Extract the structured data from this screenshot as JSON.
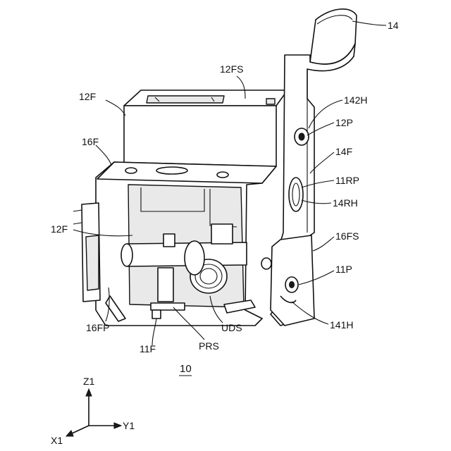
{
  "labels": {
    "l14": "14",
    "l12FS": "12FS",
    "l12F_top": "12F",
    "l142H": "142H",
    "l12P": "12P",
    "l16F": "16F",
    "l14F": "14F",
    "l11RP": "11RP",
    "l14RH": "14RH",
    "l12F_mid": "12F",
    "l16FS": "16FS",
    "l11P": "11P",
    "l16FP": "16FP",
    "l141H": "141H",
    "lUDS": "UDS",
    "l11F": "11F",
    "lPRS": "PRS"
  },
  "figure_number": "10",
  "axes": {
    "z": "Z1",
    "y": "Y1",
    "x": "X1"
  }
}
